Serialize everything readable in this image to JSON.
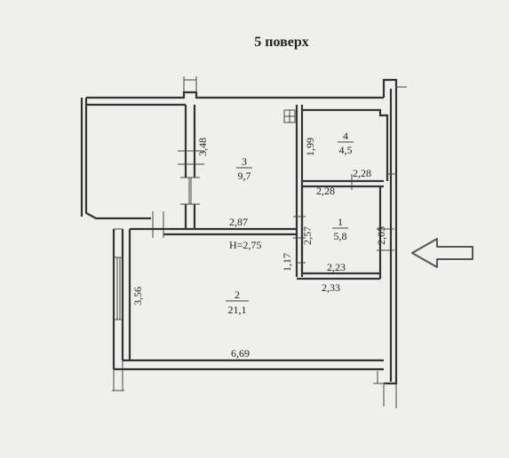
{
  "plan": {
    "watermark": "",
    "floor_title": "5 поверх",
    "ceiling_height": "Н=2,75",
    "rooms": [
      {
        "id": "room-1",
        "number": "1",
        "area": "5,8"
      },
      {
        "id": "room-2",
        "number": "2",
        "area": "21,1"
      },
      {
        "id": "room-3",
        "number": "3",
        "area": "9,7"
      },
      {
        "id": "room-4",
        "number": "4",
        "area": "4,5"
      }
    ],
    "dimensions": {
      "d348": "3,48",
      "d287": "2,87",
      "d199": "1,99",
      "d228_top": "2,28",
      "d228_mid": "2,28",
      "d205": "2,05",
      "d257": "2,57",
      "d117": "1,17",
      "d223": "2,23",
      "d233": "2,33",
      "d356": "3,56",
      "d669": "6,69"
    },
    "entrance_arrow": "arrow-left-icon"
  }
}
